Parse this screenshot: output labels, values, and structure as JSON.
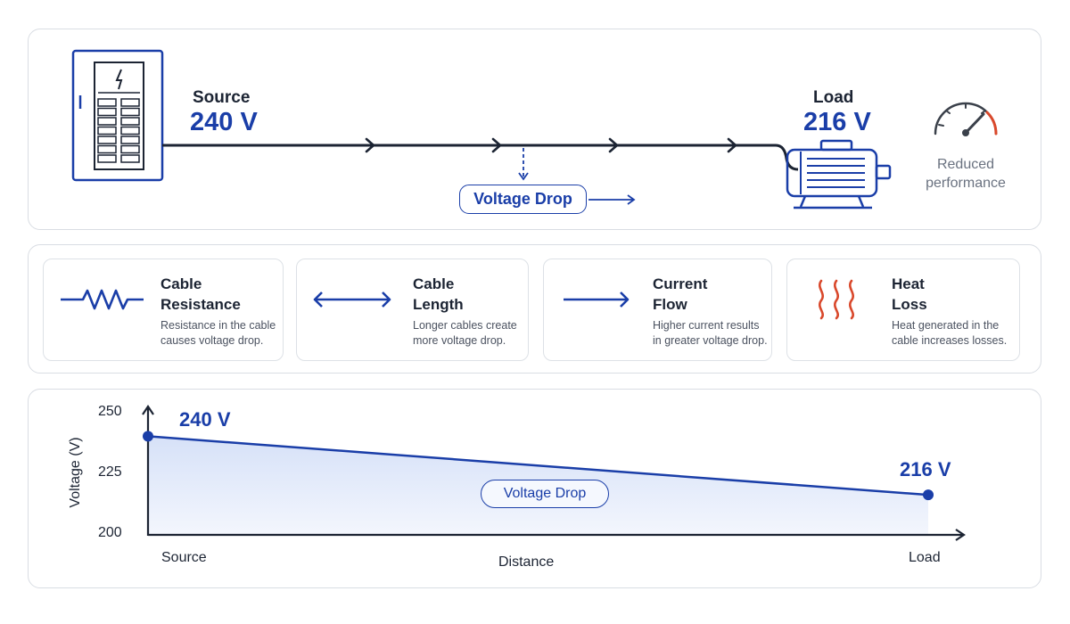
{
  "source": {
    "label": "Source",
    "voltage": "240 V"
  },
  "load": {
    "label": "Load",
    "voltage": "216 V"
  },
  "drop_label": "Voltage Drop",
  "performance": {
    "line1": "Reduced",
    "line2": "performance"
  },
  "factors": [
    {
      "title": "Cable\nResistance",
      "desc": "Resistance in the cable\ncauses voltage drop.",
      "icon": "resistor-icon"
    },
    {
      "title": "Cable\nLength",
      "desc": "Longer cables create\nmore voltage drop.",
      "icon": "double-arrow-icon"
    },
    {
      "title": "Current\nFlow",
      "desc": "Higher current results\nin greater voltage drop.",
      "icon": "arrow-right-icon"
    },
    {
      "title": "Heat\nLoss",
      "desc": "Heat generated in the\ncable increases losses.",
      "icon": "heat-waves-icon"
    }
  ],
  "colors": {
    "accent": "#1a3ea8",
    "heat": "#d9482b",
    "fill": "#e6edfb"
  },
  "chart_data": {
    "type": "line",
    "x": [
      "Source",
      "Load"
    ],
    "series": [
      {
        "values": [
          240,
          216
        ]
      }
    ],
    "point_labels": [
      "240 V",
      "216 V"
    ],
    "xlabel": "Distance",
    "ylabel": "Voltage (V)",
    "yticks": [
      250,
      225,
      200
    ],
    "ylim": [
      200,
      250
    ],
    "annotation": "Voltage Drop"
  }
}
